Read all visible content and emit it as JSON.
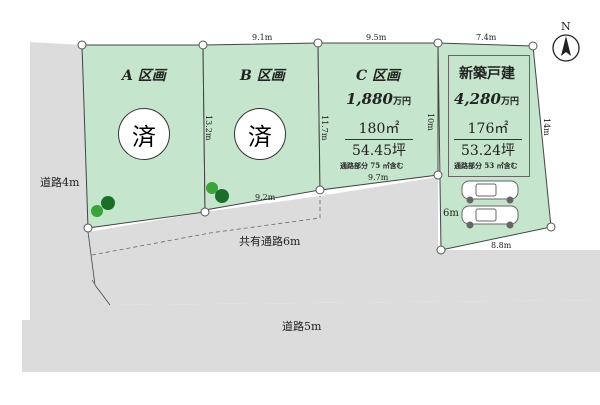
{
  "north": {
    "label": "N"
  },
  "roads": {
    "left": "道路4m",
    "bottom": "道路5m",
    "shared": "共有通路6m"
  },
  "dimensions": {
    "top_b": "9.1m",
    "top_c": "9.5m",
    "top_d": "7.4m",
    "b_left": "13.2m",
    "c_left": "11.7m",
    "c_right": "10m",
    "d_right": "14m",
    "b_bottom": "9.2m",
    "c_bottom": "9.7m",
    "d_left": "6m",
    "d_bottom": "8.8m"
  },
  "lots": {
    "a": {
      "name": "A 区画",
      "sold": "済"
    },
    "b": {
      "name": "B 区画",
      "sold": "済"
    },
    "c": {
      "name": "C 区画",
      "price": "1,880",
      "price_unit": "万円",
      "area_m2": "180㎡",
      "area_tsubo": "54.45坪",
      "note": "通路部分 75 ㎡含む"
    },
    "d": {
      "name": "新築戸建",
      "price": "4,280",
      "price_unit": "万円",
      "area_m2": "176㎡",
      "area_tsubo": "53.24坪",
      "note": "通路部分 53 ㎡含む"
    }
  },
  "colors": {
    "lot": "#c5e5cc",
    "road": "#dcdcdc",
    "outline": "#444444"
  }
}
